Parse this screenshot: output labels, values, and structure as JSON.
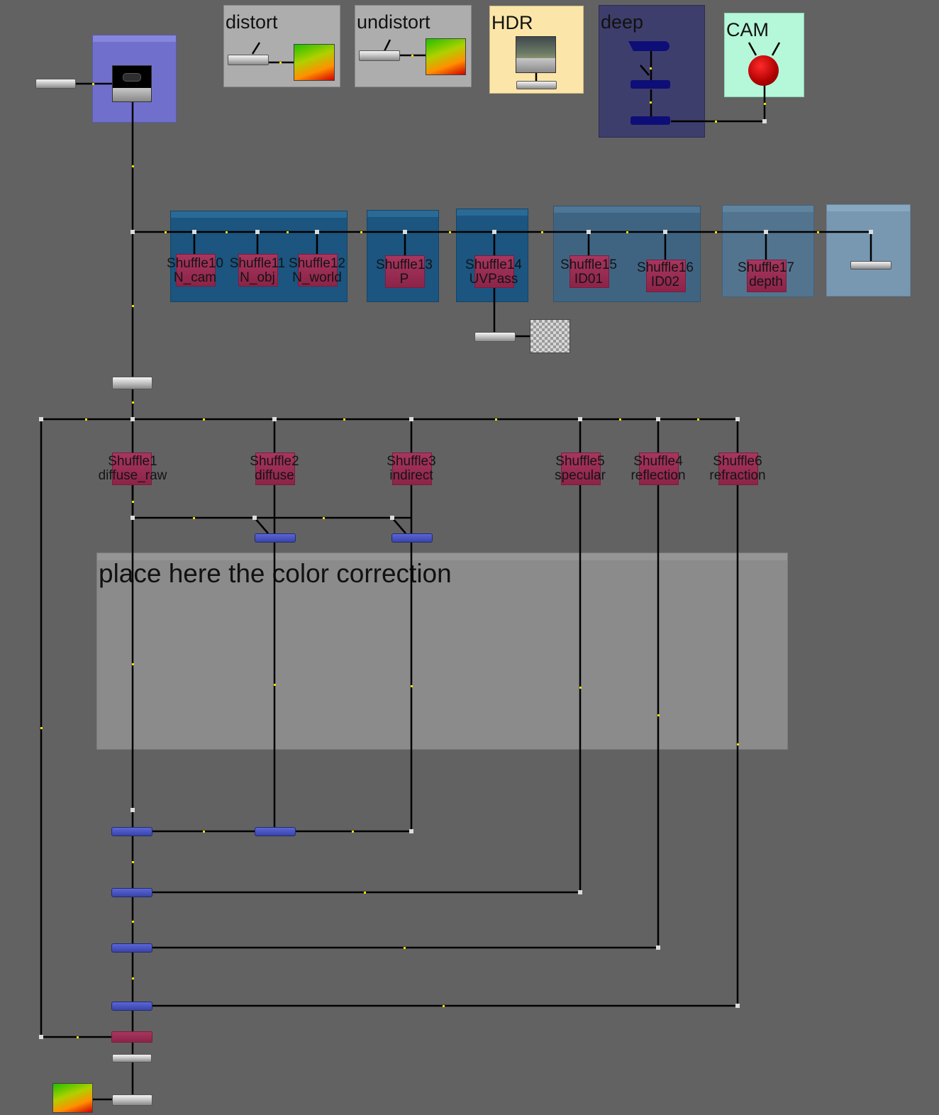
{
  "backdrops": {
    "distort": "distort",
    "undistort": "undistort",
    "hdr": "HDR",
    "deep": "deep",
    "cam": "CAM",
    "color_correction": "place here the color correction"
  },
  "aov_shuffles": [
    {
      "name": "Shuffle10",
      "layer": "N_cam"
    },
    {
      "name": "Shuffle11",
      "layer": "N_obj"
    },
    {
      "name": "Shuffle12",
      "layer": "N_world"
    },
    {
      "name": "Shuffle13",
      "layer": "P"
    },
    {
      "name": "Shuffle14",
      "layer": "UVPass"
    },
    {
      "name": "Shuffle15",
      "layer": "ID01"
    },
    {
      "name": "Shuffle16",
      "layer": "ID02"
    },
    {
      "name": "Shuffle17",
      "layer": "depth"
    }
  ],
  "beauty_shuffles": [
    {
      "name": "Shuffle1",
      "layer": "diffuse_raw"
    },
    {
      "name": "Shuffle2",
      "layer": "diffuse"
    },
    {
      "name": "Shuffle3",
      "layer": "indirect"
    },
    {
      "name": "Shuffle5",
      "layer": "specular"
    },
    {
      "name": "Shuffle4",
      "layer": "reflection"
    },
    {
      "name": "Shuffle6",
      "layer": "refraction"
    }
  ],
  "colors": {
    "canvas": "#626262",
    "shuffle_node": "#a8365f",
    "merge_node": "#4a55c8",
    "wire": "#000000",
    "wire_marker": "#f0e000"
  },
  "icons": [
    "read-node-thumbnail",
    "lut-gradient-thumbnail",
    "hdr-thumbnail",
    "checkerboard-thumbnail",
    "camera-light-icon",
    "deep-node-icon"
  ]
}
